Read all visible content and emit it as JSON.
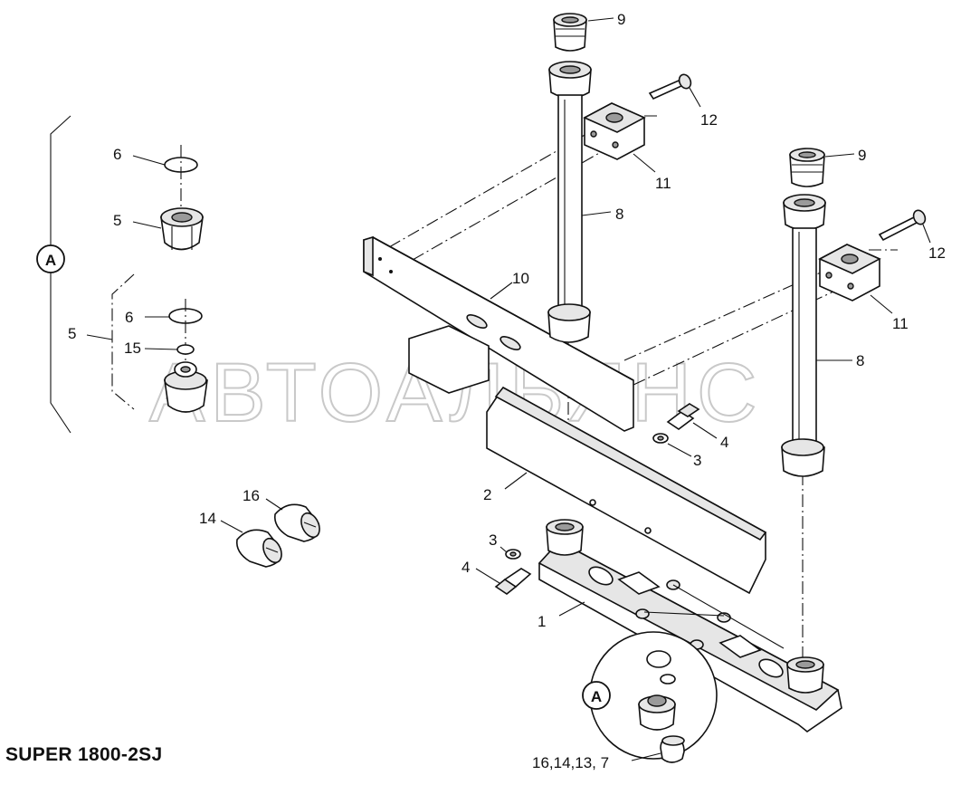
{
  "title": "SUPER 1800-2SJ",
  "watermark": "АВТОАЛЬЯНС",
  "callouts": {
    "n1": "1",
    "n2": "2",
    "n3a": "3",
    "n3b": "3",
    "n4a": "4",
    "n4b": "4",
    "n5a": "5",
    "n5b": "5",
    "n6a": "6",
    "n6b": "6",
    "n8a": "8",
    "n8b": "8",
    "n9a": "9",
    "n9b": "9",
    "n10": "10",
    "n11a": "11",
    "n11b": "11",
    "n12a": "12",
    "n12b": "12",
    "n14": "14",
    "n15": "15",
    "n16": "16",
    "bottom": "16,14,13,  7",
    "detailA1": "A",
    "detailA2": "A"
  }
}
